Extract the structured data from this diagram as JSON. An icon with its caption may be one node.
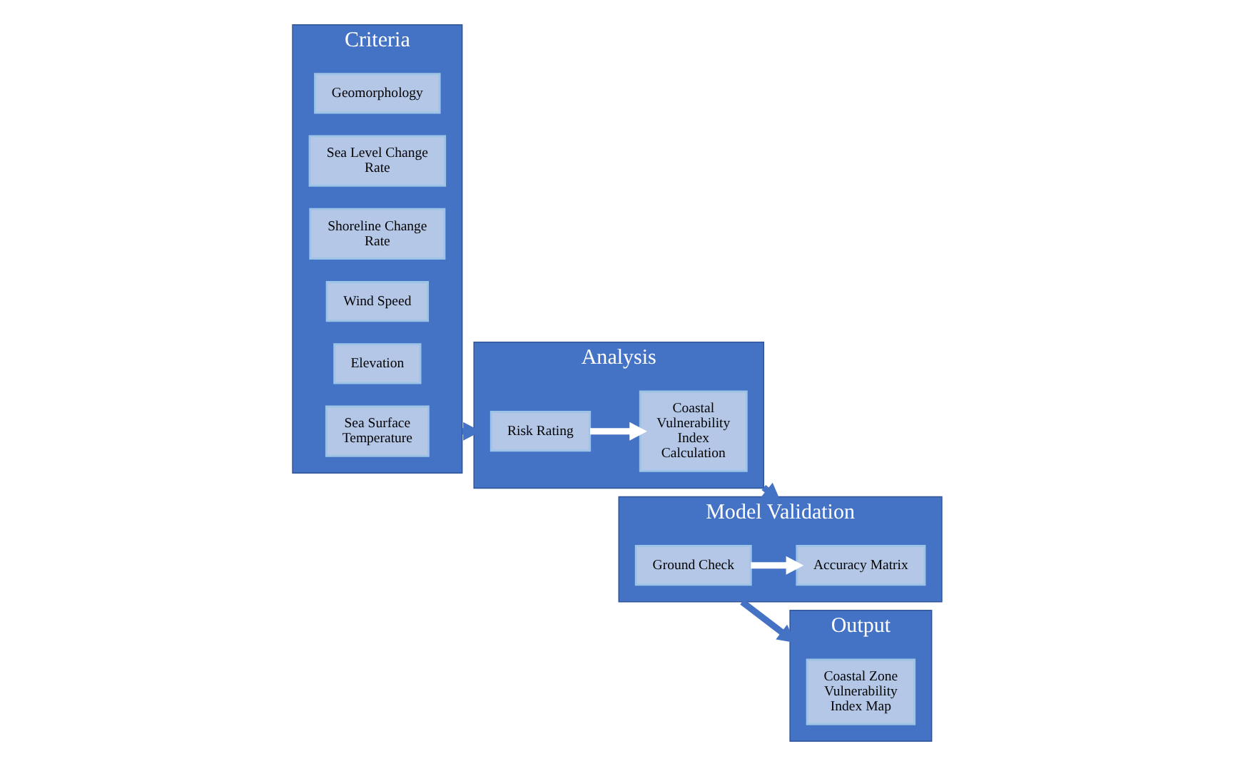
{
  "diagram": {
    "nodes": [
      {
        "text": [
          "Criteria"
        ]
      },
      {
        "text": [
          "Geomorphology"
        ],
        "in": 0
      },
      {
        "text": [
          "Sea Level Change Rate"
        ],
        "in": 0
      },
      {
        "text": [
          "Shoreline Change Rate"
        ],
        "in": 0
      },
      {
        "text": [
          "Wind Speed"
        ],
        "in": 0
      },
      {
        "text": [
          "Elevation"
        ],
        "in": 0
      },
      {
        "text": [
          "Sea Surface Temperature"
        ],
        "in": 0
      },
      {
        "text": [
          "Analysis"
        ]
      },
      {
        "text": [
          "Risk Rating"
        ],
        "in": 7
      },
      {
        "text": [
          "Coastal Vulnerability Index Calculation"
        ],
        "in": 7
      },
      {
        "text": [
          "Output"
        ]
      },
      {
        "text": [
          "Coastal Zone Vulnerability Index Map"
        ],
        "in": 10
      },
      {
        "text": [
          "Model Validation"
        ]
      },
      {
        "text": [
          "Accuracy Matrix"
        ],
        "in": 12
      },
      {
        "text": [
          "Ground Check"
        ],
        "in": 12
      }
    ],
    "edges": [
      {
        "from": 0,
        "to": 7,
        "arrow": "to"
      },
      {
        "from": 8,
        "to": 9,
        "arrow": "to",
        "color": "#ffffff"
      },
      {
        "from": 7,
        "to": 12,
        "arrow": "to"
      },
      {
        "from": 14,
        "to": 13,
        "arrow": "to",
        "color": "#ffffff"
      },
      {
        "from": 12,
        "to": 10,
        "arrow": "to"
      }
    ]
  }
}
